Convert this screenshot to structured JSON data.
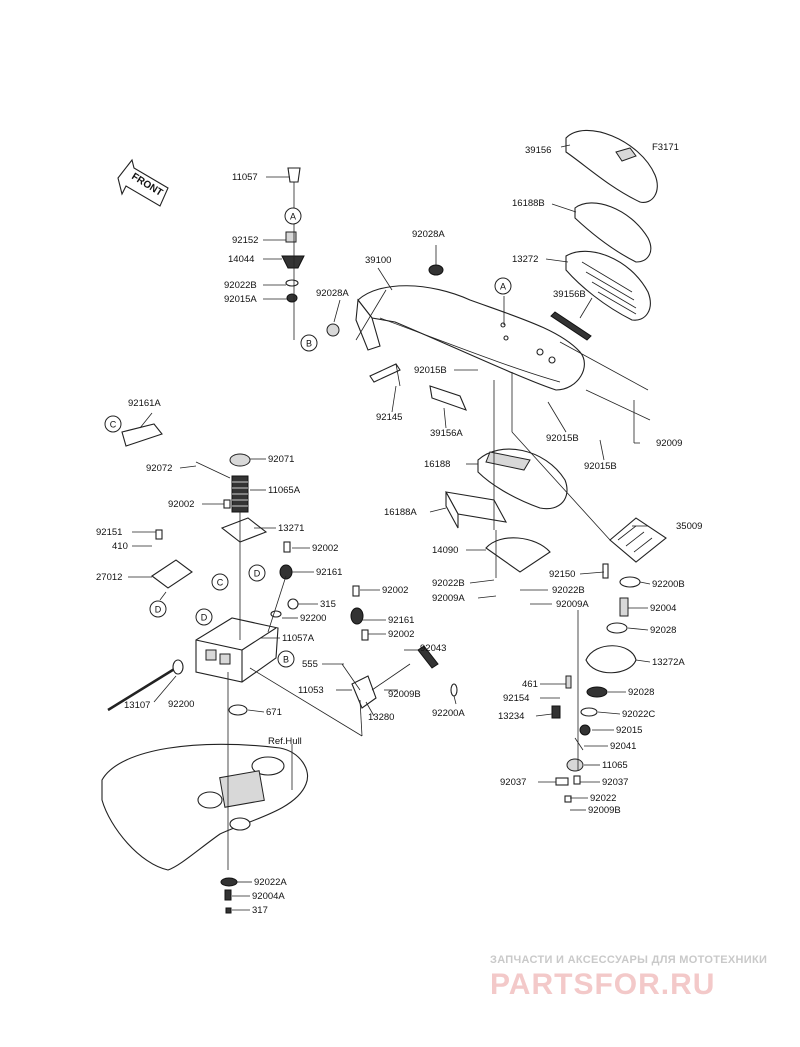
{
  "figure_code": "F3171",
  "front_label": "FRONT",
  "reference_label": "Ref.Hull",
  "ref_markers": {
    "a1": "A",
    "a2": "A",
    "b1": "B",
    "b2": "B",
    "c1": "C",
    "c2": "C",
    "d1": "D",
    "d2": "D",
    "d3": "D"
  },
  "watermark": {
    "subtitle": "ЗАПЧАСТИ И АКСЕССУАРЫ ДЛЯ МОТОТЕХНИКИ",
    "brand": "PARTSFOR.RU"
  },
  "part_labels": {
    "p39156": "39156",
    "p16188B": "16188B",
    "p13272": "13272",
    "p39156B": "39156B",
    "p92028A_top": "92028A",
    "p39100": "39100",
    "p92028A_left": "92028A",
    "p92015B_mid": "92015B",
    "p92145": "92145",
    "p39156A": "39156A",
    "p92015B_r1": "92015B",
    "p92015B_r2": "92015B",
    "p92009": "92009",
    "p16188": "16188",
    "p16188A": "16188A",
    "p14090": "14090",
    "p92022B_mid": "92022B",
    "p92009A_mid": "92009A",
    "p92022B_mid2": "92022B",
    "p92009A_mid2": "92009A",
    "p35009": "35009",
    "p92150": "92150",
    "p92200B": "92200B",
    "p92004": "92004",
    "p92028_1": "92028",
    "p13272A": "13272A",
    "p461": "461",
    "p92028_2": "92028",
    "p92154": "92154",
    "p13234": "13234",
    "p92022C": "92022C",
    "p92015": "92015",
    "p92041": "92041",
    "p11065": "11065",
    "p92037_l": "92037",
    "p92037_r": "92037",
    "p92022": "92022",
    "p92009B_b": "92009B",
    "p11057": "11057",
    "p92152": "92152",
    "p14044": "14044",
    "p92022B_l": "92022B",
    "p92015A": "92015A",
    "p92161A": "92161A",
    "p92072": "92072",
    "p92071": "92071",
    "p92002_a": "92002",
    "p11065A": "11065A",
    "p92151": "92151",
    "p410": "410",
    "p13271": "13271",
    "p92002_b": "92002",
    "p27012": "27012",
    "p92161_a": "92161",
    "p92002_c": "92002",
    "p315": "315",
    "p92200_a": "92200",
    "p92161_b": "92161",
    "p11057A": "11057A",
    "p92002_d": "92002",
    "p92043": "92043",
    "p555": "555",
    "p11053": "11053",
    "p92009B": "92009B",
    "p13107": "13107",
    "p92200_b": "92200",
    "p13280": "13280",
    "p92200A": "92200A",
    "p671": "671",
    "p92022A": "92022A",
    "p92004A": "92004A",
    "p317": "317"
  }
}
